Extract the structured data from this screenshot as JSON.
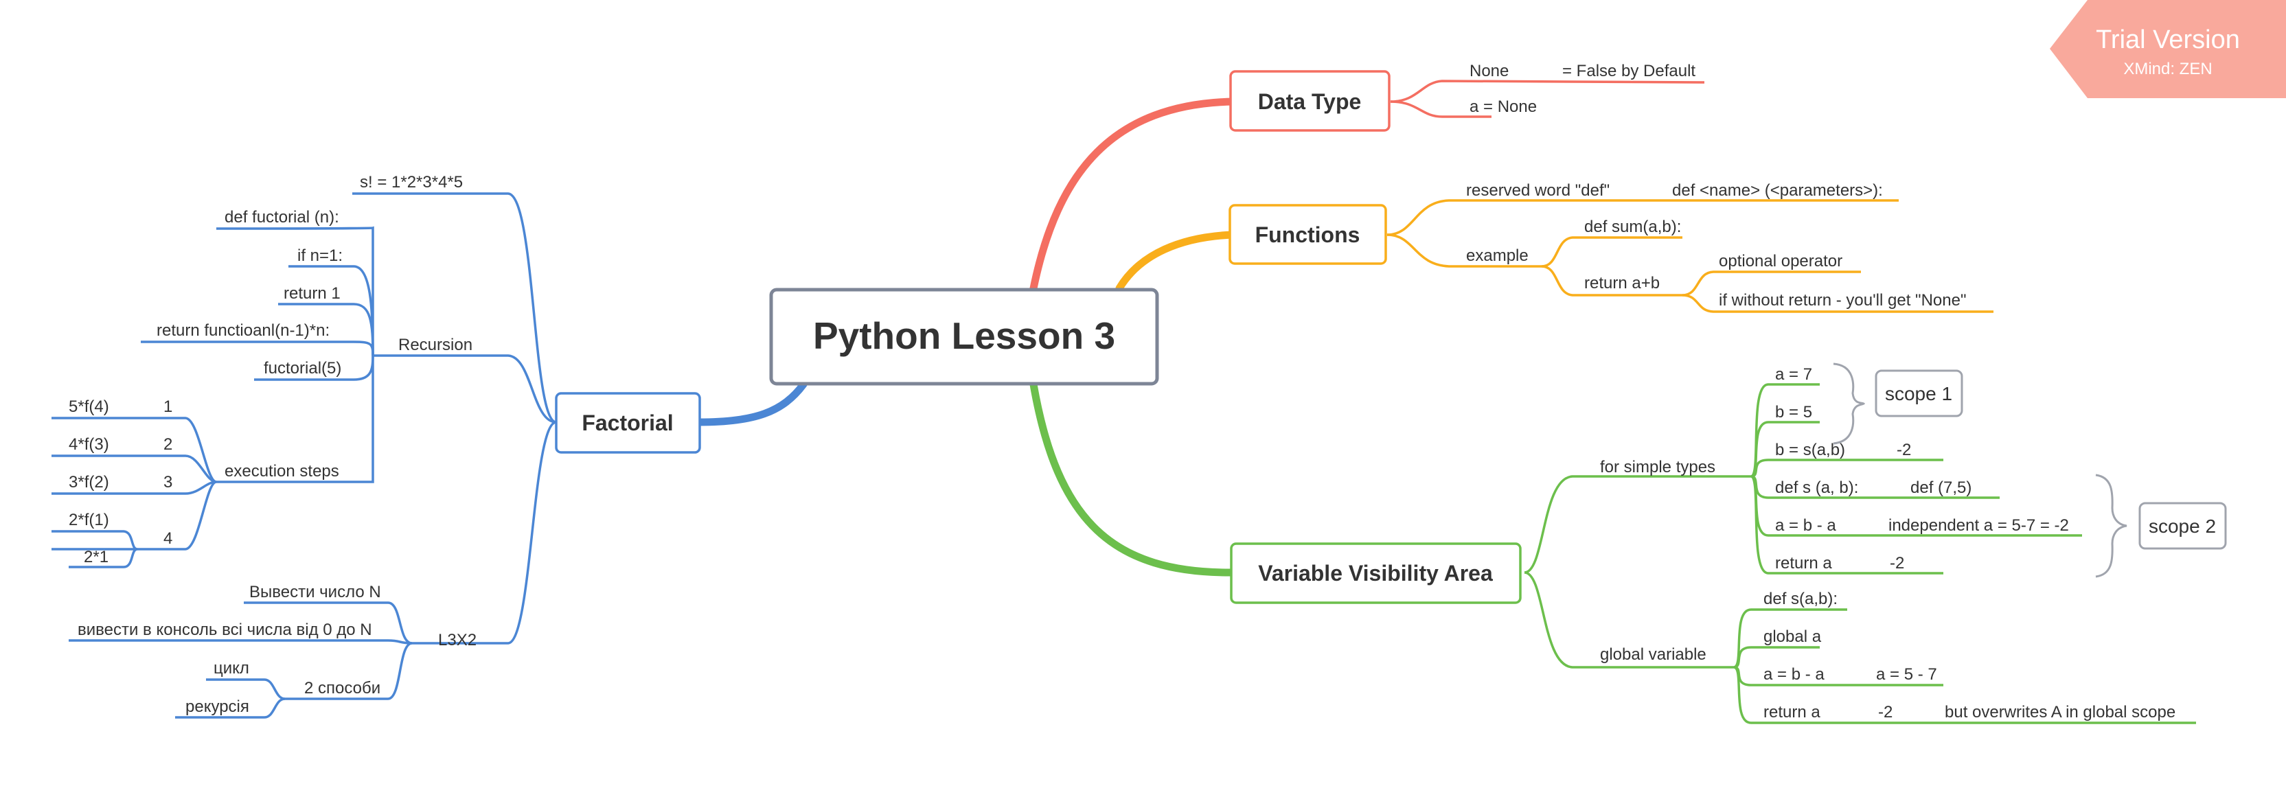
{
  "central": {
    "title": "Python Lesson 3"
  },
  "watermark": {
    "title": "Trial Version",
    "subtitle": "XMind: ZEN",
    "color": "#f9a99c"
  },
  "colors": {
    "data_type": "#f46e61",
    "functions": "#f9ae1b",
    "visibility": "#6cbf4c",
    "factorial": "#4b86d4",
    "central_border": "#7d8596",
    "scope_border": "#a0a4ad"
  },
  "data_type": {
    "title": "Data Type",
    "none": "None",
    "none_note": "= False by Default",
    "a_none": "a = None"
  },
  "functions": {
    "title": "Functions",
    "reserved": "reserved word \"def\"",
    "def_sig": "def <name> (<parameters>):",
    "example": "example",
    "def_sum": "def sum(a,b):",
    "return_ab": "return a+b",
    "optional": "optional operator",
    "without_return": "if without return - you'll get \"None\""
  },
  "visibility": {
    "title": "Variable Visibility Area",
    "simple": "for simple types",
    "a7": "a = 7",
    "b5": "b = 5",
    "scope1": "scope 1",
    "b_sab": "b = s(a,b)",
    "b_sab_val": "-2",
    "def_s": "def s (a, b):",
    "def_s_call": "def (7,5)",
    "a_b_a": "a = b - a",
    "independent": "independent a = 5-7 = -2",
    "return_a": "return a",
    "return_a_val": "-2",
    "scope2": "scope 2",
    "global": "global variable",
    "g_def": "def s(a,b):",
    "g_global": "global a",
    "g_aba": "a = b - a",
    "g_aba_val": "a = 5 - 7",
    "g_return": "return a",
    "g_return_val": "-2",
    "g_overwrite": "but overwrites A in global scope"
  },
  "factorial": {
    "title": "Factorial",
    "formula": "s! = 1*2*3*4*5",
    "recursion": "Recursion",
    "def_fact": "def fuctorial (n):",
    "if_n": "if n=1:",
    "return1": "return 1",
    "return_fn": "return functioanl(n-1)*n:",
    "call": "fuctorial(5)",
    "exec": "execution steps",
    "s1": "5*f(4)",
    "n1": "1",
    "s2": "4*f(3)",
    "n2": "2",
    "s3": "3*f(2)",
    "n3": "3",
    "s4": "2*f(1)",
    "n4": "4",
    "s5": "2*1",
    "l3x2": "L3X2",
    "vyvesty": "Вывести число N",
    "console": "вивести в консоль всі числа від 0 до N",
    "two_ways": "2 способи",
    "loop": "цикл",
    "recursion_ua": "рекурсія"
  }
}
